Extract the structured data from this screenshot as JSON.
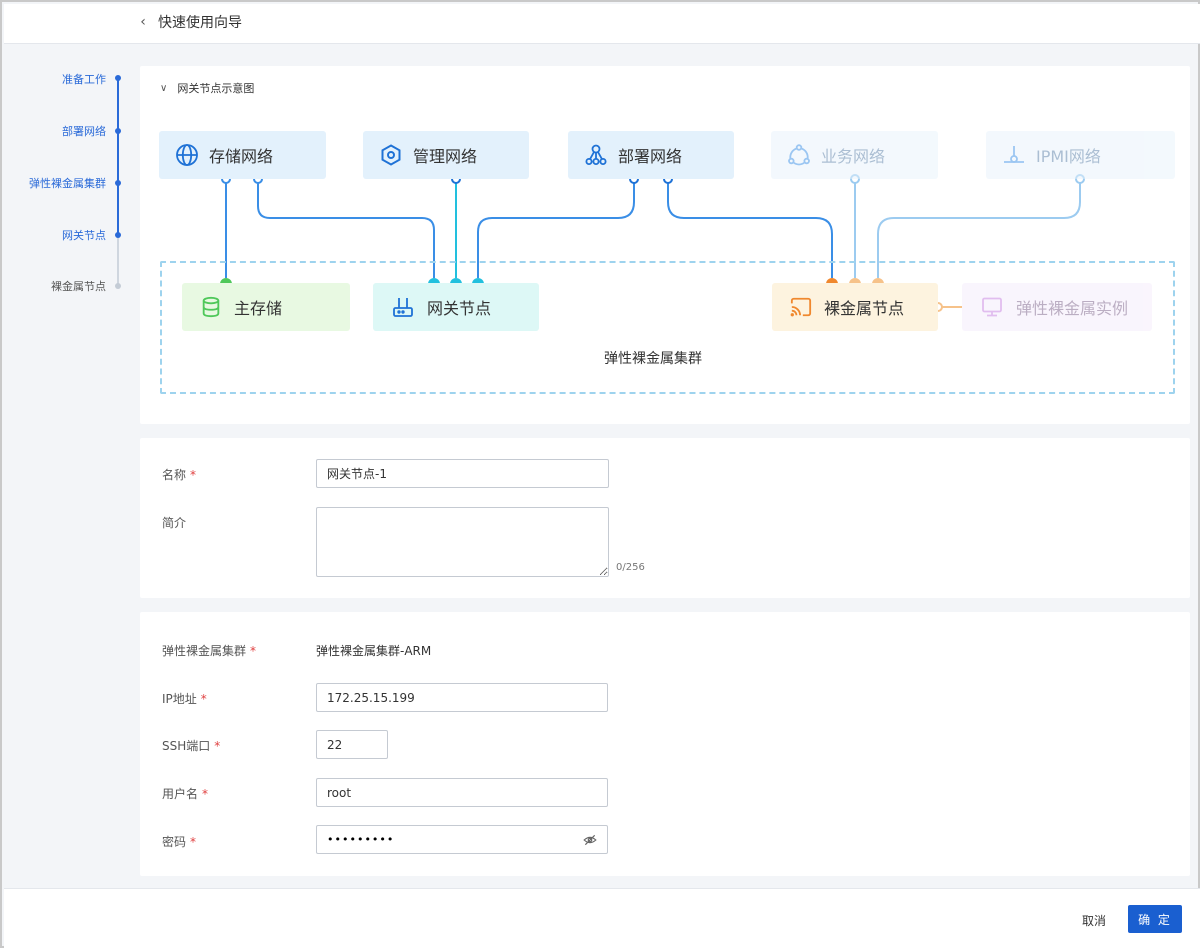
{
  "header": {
    "back_label": "快速使用向导"
  },
  "steps": [
    {
      "label": "准备工作",
      "state": "done"
    },
    {
      "label": "部署网络",
      "state": "done"
    },
    {
      "label": "弹性裸金属集群",
      "state": "done"
    },
    {
      "label": "网关节点",
      "state": "active"
    },
    {
      "label": "裸金属节点",
      "state": "pending"
    }
  ],
  "diagram": {
    "title": "网关节点示意图",
    "networks": {
      "storage": "存储网络",
      "management": "管理网络",
      "deploy": "部署网络",
      "business": "业务网络",
      "ipmi": "IPMI网络"
    },
    "nodes": {
      "primary_storage": "主存储",
      "gateway": "网关节点",
      "baremetal": "裸金属节点",
      "instance": "弹性裸金属实例"
    },
    "cluster_label": "弹性裸金属集群"
  },
  "colors": {
    "primary": "#1a5fd0",
    "storage_line": "#3a8ee6",
    "gateway_line": "#22c0de",
    "baremetal_line": "#f0882e",
    "primary_storage": "#4fc85a",
    "instance": "#c57ee0"
  },
  "basic_form": {
    "name_label": "名称",
    "name_value": "网关节点-1",
    "desc_label": "简介",
    "desc_value": "",
    "desc_counter": "0/256"
  },
  "config_form": {
    "cluster_label": "弹性裸金属集群",
    "cluster_value": "弹性裸金属集群-ARM",
    "ip_label": "IP地址",
    "ip_value": "172.25.15.199",
    "ssh_label": "SSH端口",
    "ssh_value": "22",
    "user_label": "用户名",
    "user_value": "root",
    "password_label": "密码",
    "password_value": "•••••••••"
  },
  "footer": {
    "cancel": "取消",
    "confirm": "确 定"
  }
}
